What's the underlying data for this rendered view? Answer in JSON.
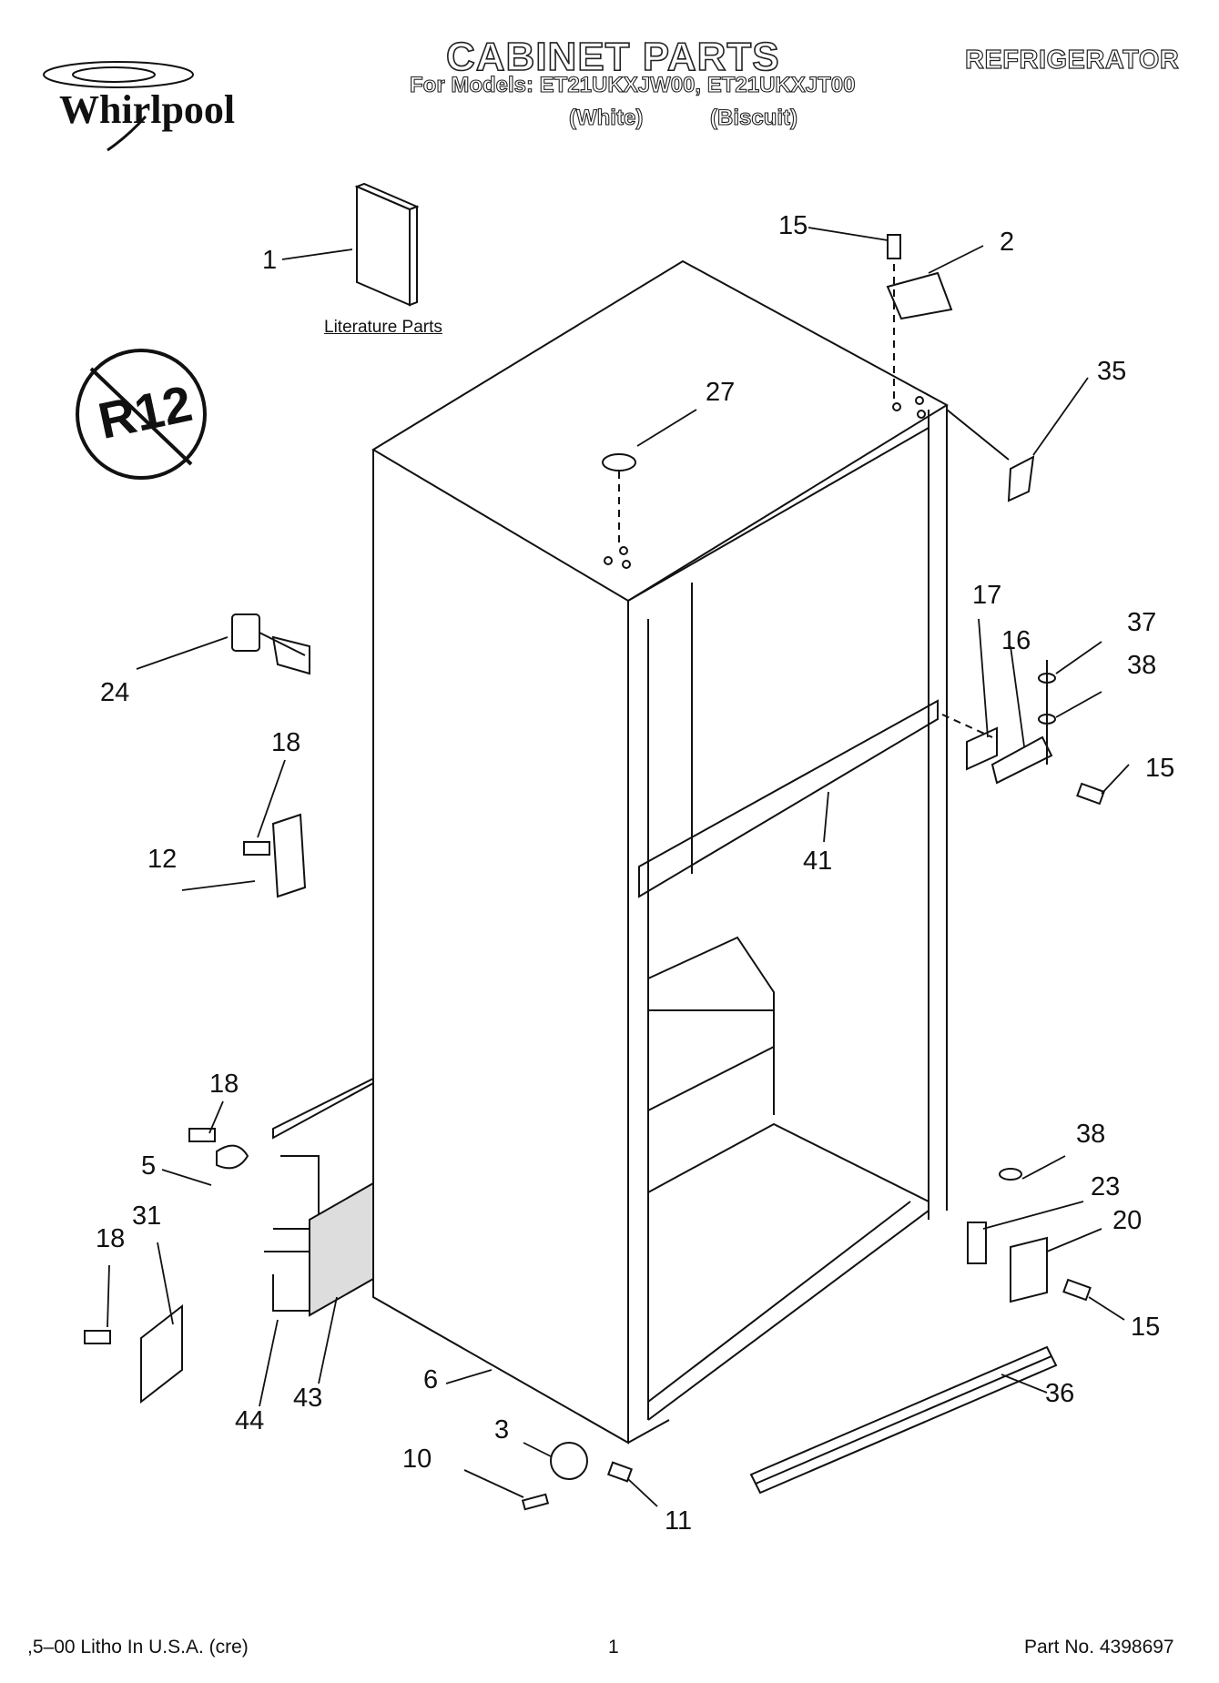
{
  "header": {
    "brand": "Whirlpool",
    "title": "CABINET PARTS",
    "models_line": "For Models: ET21UKXJW00, ET21UKXJT00",
    "color_white": "(White)",
    "color_biscuit": "(Biscuit)",
    "appliance": "REFRIGERATOR"
  },
  "badge": {
    "text": "R12"
  },
  "literature_label": "Literature Parts",
  "callouts": [
    "1",
    "2",
    "15",
    "27",
    "35",
    "24",
    "18",
    "12",
    "17",
    "16",
    "37",
    "38",
    "15",
    "41",
    "18",
    "5",
    "31",
    "18",
    "38",
    "23",
    "20",
    "15",
    "6",
    "44",
    "43",
    "3",
    "10",
    "11",
    "36"
  ],
  "footer": {
    "left": ",5–00 Litho In U.S.A. (cre)",
    "page": "1",
    "part_no": "Part No. 4398697"
  }
}
